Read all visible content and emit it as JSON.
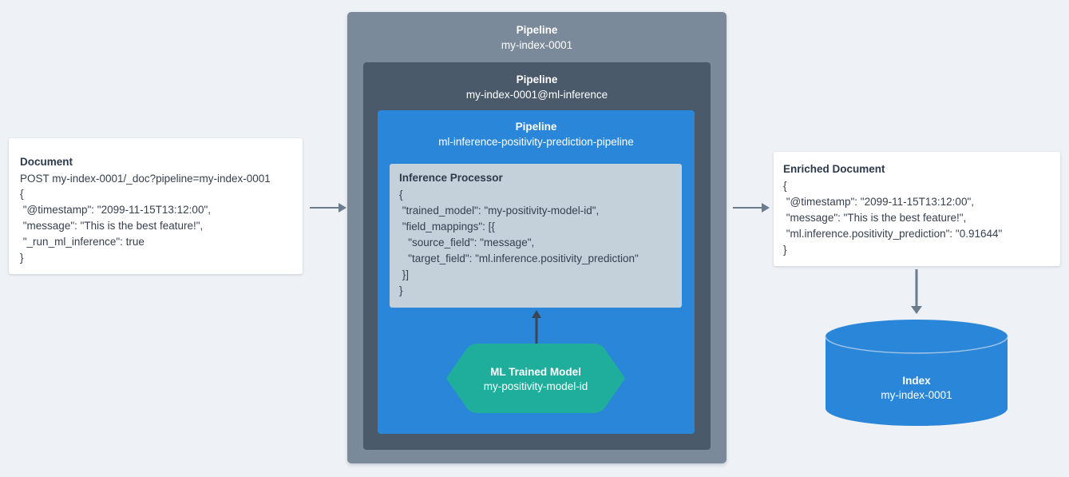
{
  "background_color": "#eef1f5",
  "colors": {
    "pipeline_outer": "#7a8a9b",
    "pipeline_middle": "#4a5a6b",
    "pipeline_inner": "#2a86d8",
    "processor_panel": "#c4d0da",
    "ml_model": "#20ae9c",
    "index_cylinder": "#2a86d8",
    "arrow": "#6b7c8d",
    "text_dark": "#2c3a4b",
    "card_background": "#ffffff"
  },
  "document": {
    "title": "Document",
    "lines": [
      "POST my-index-0001/_doc?pipeline=my-index-0001",
      "{",
      " \"@timestamp\": \"2099-11-15T13:12:00\",",
      " \"message\": \"This is the best feature!\",",
      " \"_run_ml_inference\": true",
      "}"
    ]
  },
  "pipelines": {
    "outer": {
      "heading": "Pipeline",
      "name": "my-index-0001"
    },
    "middle": {
      "heading": "Pipeline",
      "name": "my-index-0001@ml-inference"
    },
    "inner": {
      "heading": "Pipeline",
      "name": "ml-inference-positivity-prediction-pipeline"
    }
  },
  "processor": {
    "title": "Inference Processor",
    "lines": [
      "{",
      " \"trained_model\": \"my-positivity-model-id\",",
      " \"field_mappings\": [{",
      "   \"source_field\": \"message\",",
      "   \"target_field\": \"ml.inference.positivity_prediction\"",
      " }]",
      "}"
    ]
  },
  "ml_model": {
    "title": "ML Trained Model",
    "name": "my-positivity-model-id"
  },
  "enriched_document": {
    "title": "Enriched Document",
    "lines": [
      "{",
      " \"@timestamp\": \"2099-11-15T13:12:00\",",
      " \"message\": \"This is the best feature!\",",
      " \"ml.inference.positivity_prediction\": \"0.91644\"",
      "}"
    ]
  },
  "index": {
    "title": "Index",
    "name": "my-index-0001"
  },
  "arrows": [
    {
      "name": "document-to-pipeline",
      "direction": "right"
    },
    {
      "name": "pipeline-to-enriched-document",
      "direction": "right"
    },
    {
      "name": "enriched-document-to-index",
      "direction": "down"
    },
    {
      "name": "ml-model-to-processor",
      "direction": "up"
    }
  ]
}
